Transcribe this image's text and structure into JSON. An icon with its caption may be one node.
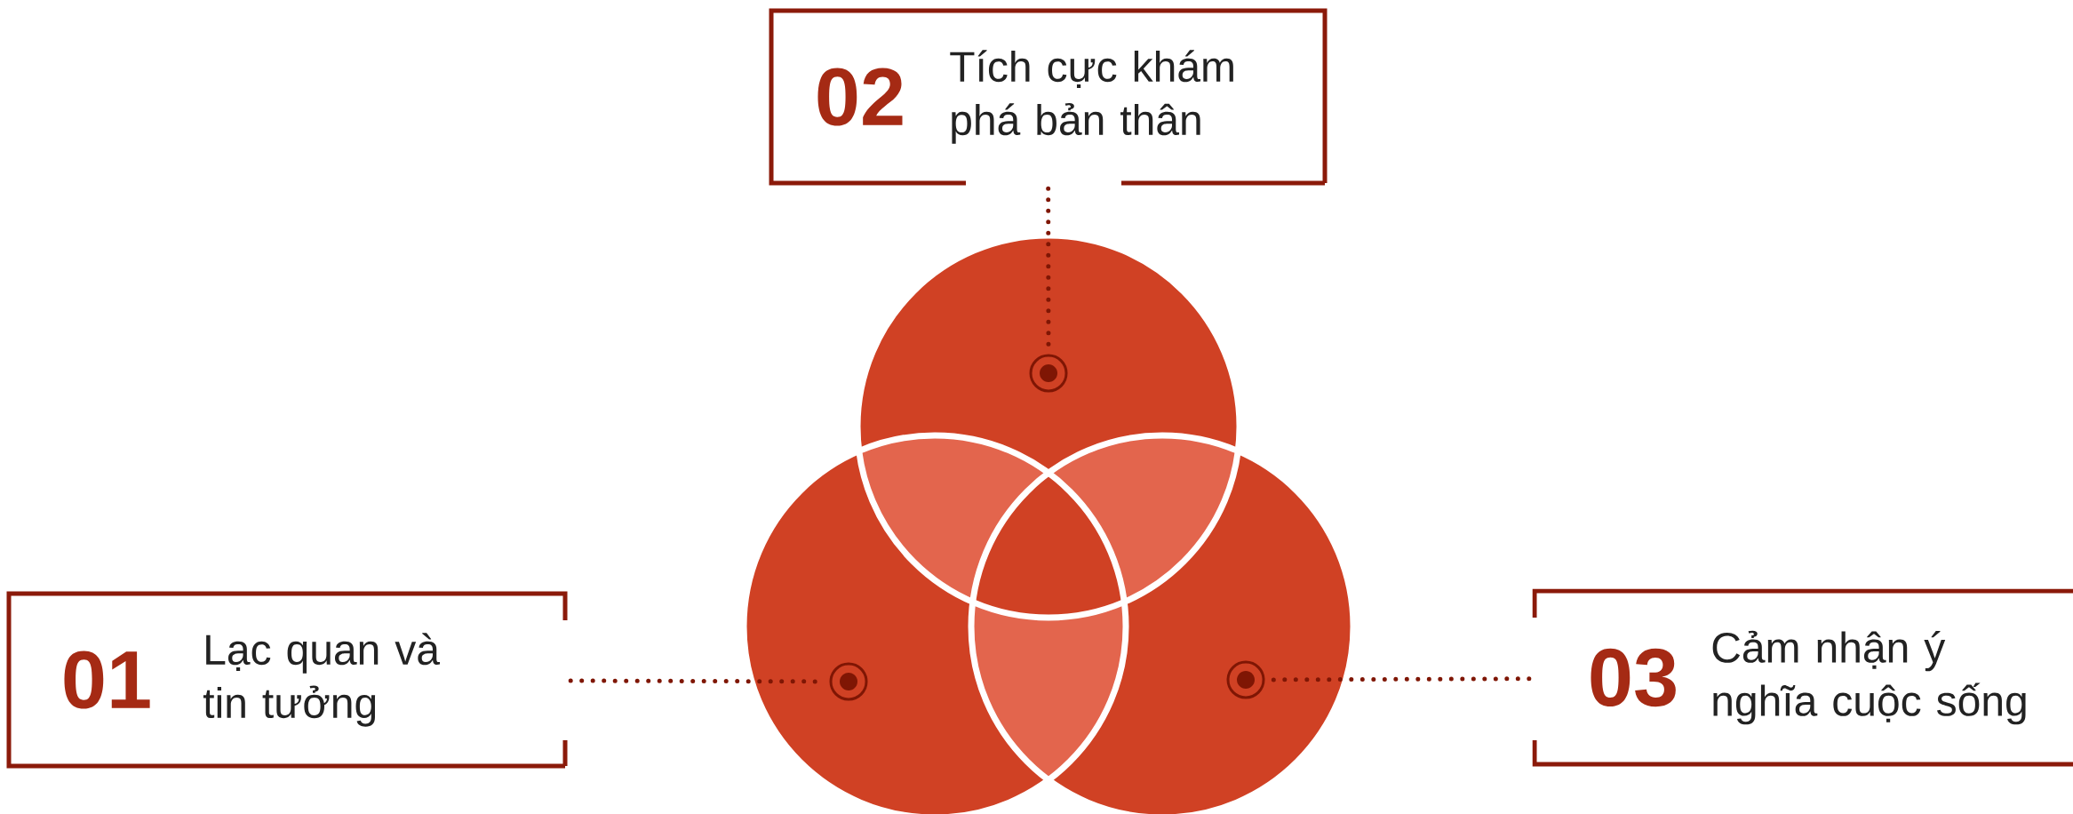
{
  "diagram": {
    "nodes": [
      {
        "text": [
          "01",
          "Lạc quan và tin tưởng"
        ]
      },
      {
        "text": [
          "02",
          "Tích cực khám phá bản thân"
        ]
      },
      {
        "text": [
          "03",
          "Cảm nhận ý nghĩa cuộc sống"
        ]
      },
      {
        "text": [],
        "shape": "circle"
      },
      {
        "text": [],
        "shape": "circle"
      },
      {
        "text": [],
        "shape": "circle"
      }
    ],
    "edges": [
      {
        "from": 0,
        "to": 3,
        "arrow": "none"
      },
      {
        "from": 1,
        "to": 4,
        "arrow": "none"
      },
      {
        "from": 2,
        "to": 5,
        "arrow": "none"
      }
    ]
  }
}
